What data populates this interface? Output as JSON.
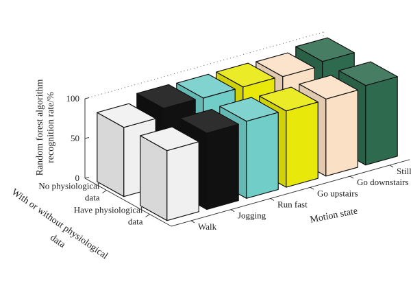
{
  "chart_data": {
    "type": "bar",
    "title": "",
    "xlabel": "Motion state",
    "ylabel": "With or without physiological data",
    "zlabel": "Random forest algorithm recognition rate/%",
    "categories": [
      "Walk",
      "Jogging",
      "Run fast",
      "Go upstairs",
      "Go downstairs",
      "Still"
    ],
    "groups": [
      "Have physiological data",
      "No physiological data"
    ],
    "series": [
      {
        "name": "No physiological data",
        "values": [
          87,
          97,
          96,
          96,
          95,
          100
        ]
      },
      {
        "name": "Have physiological data",
        "values": [
          88,
          96,
          97,
          96,
          97,
          100
        ]
      }
    ],
    "zlim": [
      0,
      100
    ],
    "zticks": [
      "0",
      "50",
      "100"
    ],
    "grid": false,
    "colors": [
      "#f0f0f0",
      "#111111",
      "#70cdc8",
      "#e8e80a",
      "#fae0c4",
      "#2e6b4e"
    ]
  }
}
